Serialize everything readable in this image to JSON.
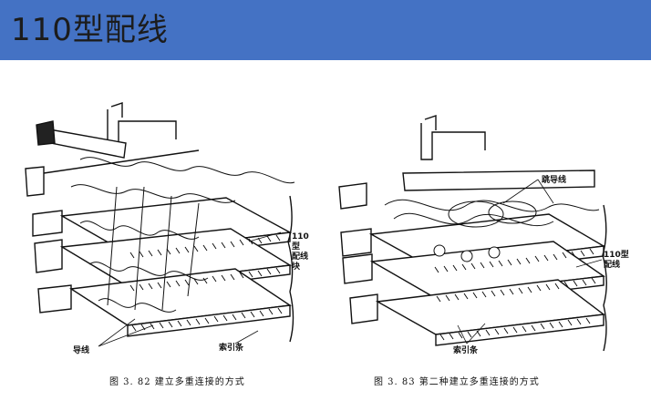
{
  "slide": {
    "title": "110型配线"
  },
  "figure_left": {
    "label_block": "110型\n配线块",
    "label_wire": "导线",
    "label_strip": "索引条",
    "caption": "图 3. 82    建立多重连接的方式"
  },
  "figure_right": {
    "label_jumper": "跳导线",
    "label_block": "110型\n配线",
    "label_strip": "索引条",
    "caption": "图 3. 83    第二种建立多重连接的方式"
  },
  "colors": {
    "title_bar": "#4472c4",
    "ink": "#111111"
  }
}
